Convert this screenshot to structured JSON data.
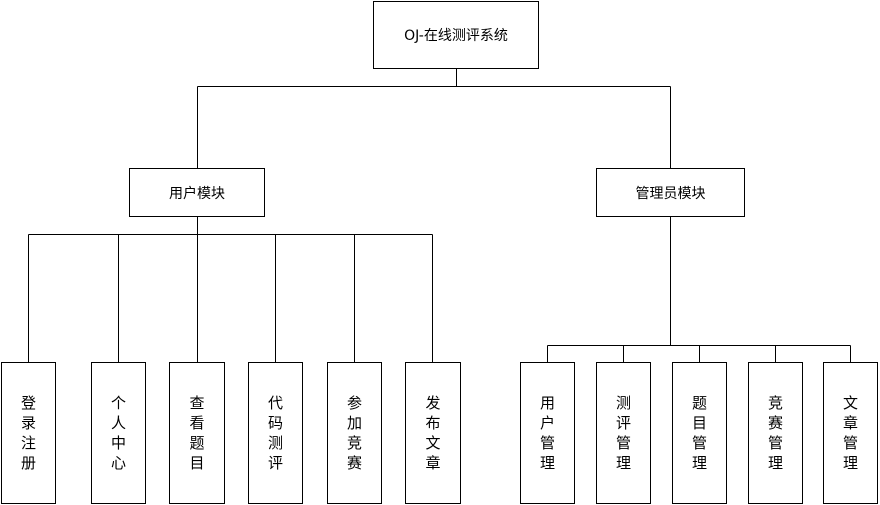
{
  "root": {
    "label": "OJ-在线测评系统"
  },
  "modules": {
    "user": {
      "label": "用户模块",
      "children": [
        "登录注册",
        "个人中心",
        "查看题目",
        "代码测评",
        "参加竞赛",
        "发布文章"
      ]
    },
    "admin": {
      "label": "管理员模块",
      "children": [
        "用户管理",
        "测评管理",
        "题目管理",
        "竞赛管理",
        "文章管理"
      ]
    }
  },
  "colors": {
    "line": "#000000",
    "box_border": "#000000",
    "background": "#ffffff"
  }
}
